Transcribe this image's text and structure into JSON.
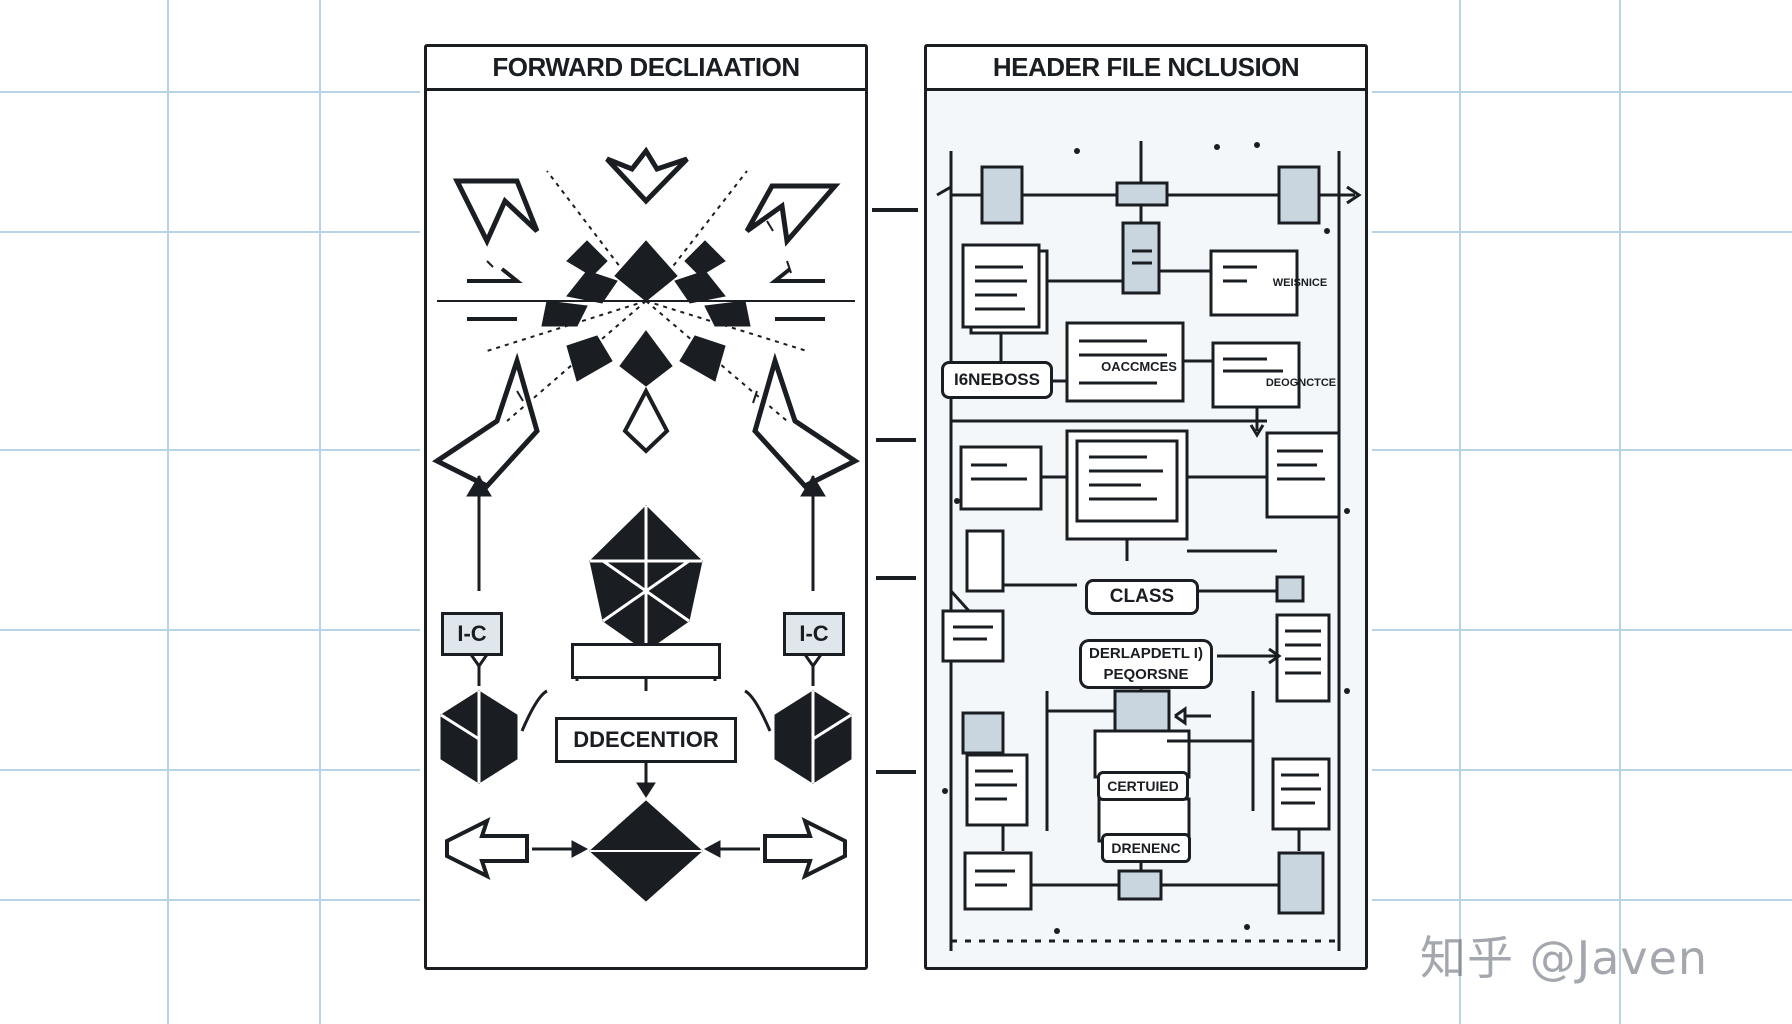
{
  "left_panel": {
    "title": "FORWARD DECLIAATION",
    "box_left": "I-C",
    "box_right": "I-C",
    "box_center": "DDECENTIOR"
  },
  "right_panel": {
    "title": "HEADER FILE NCLUSION",
    "label_1": "I6NEBOSS",
    "label_2": "OACCMCES",
    "label_3": "CLASS",
    "label_4": "DERLAPDETL I)",
    "label_5": "PEQORSNE",
    "label_6": "CERTUIED",
    "label_7": "DRENENC",
    "small_1": "WEISNICE",
    "small_2": "DEOGNCTCE"
  },
  "watermark": "知乎 @Javen",
  "colors": {
    "ink": "#1a1d22",
    "grid": "#b9d3e6",
    "panel_fill": "#f4f7fa",
    "doc_fill": "#c9d5df"
  }
}
